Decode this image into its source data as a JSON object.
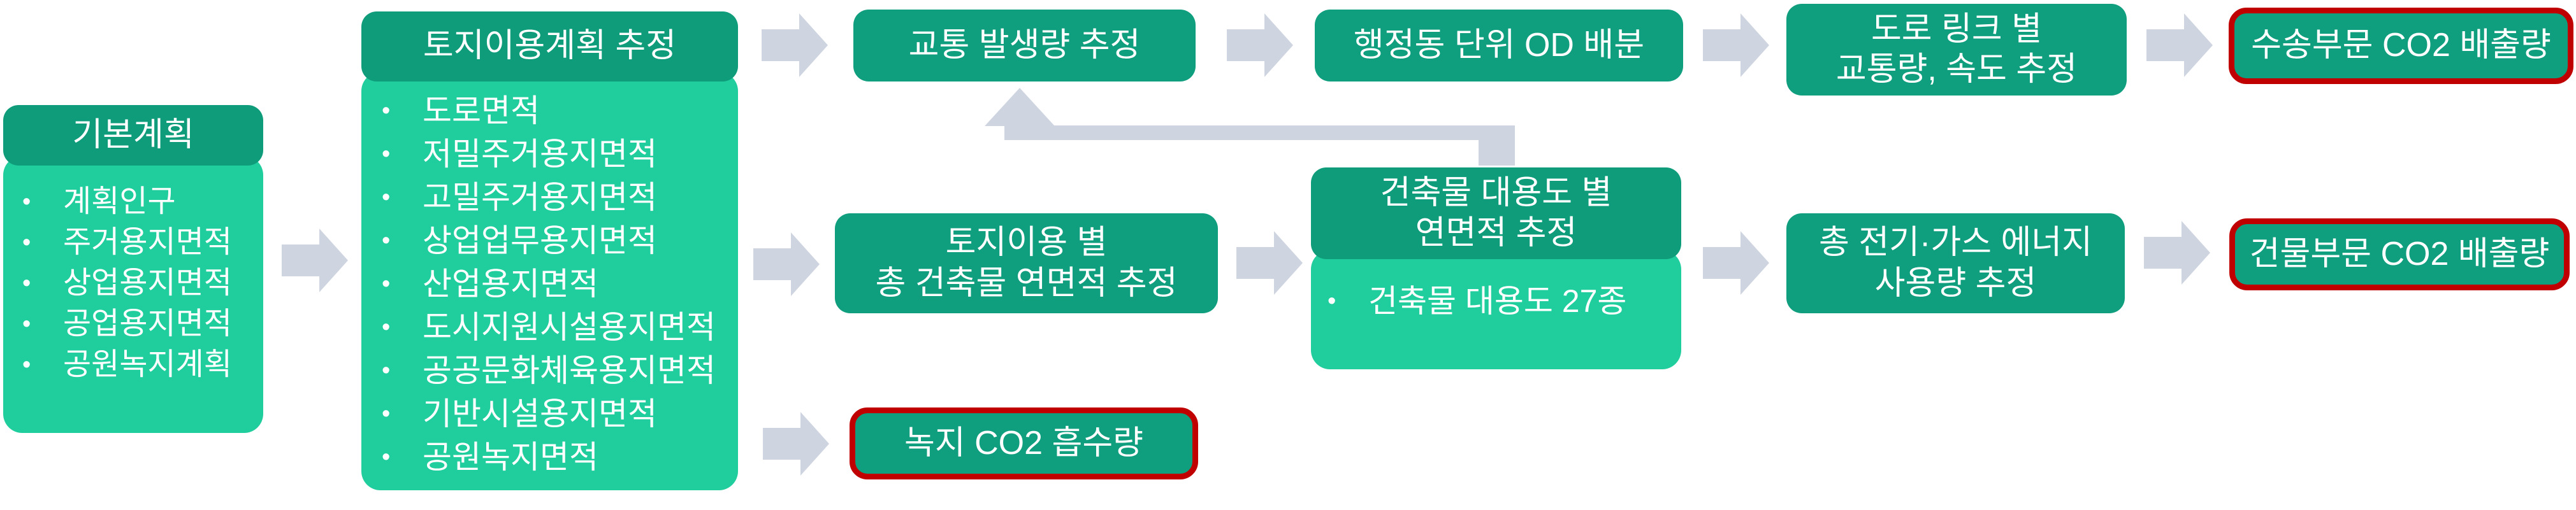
{
  "diagram": {
    "background": "#FFFFFF",
    "colors": {
      "header_green": "#0E9C7B",
      "body_mint": "#1FCD9D",
      "box_green": "#0F9E7E",
      "arrow_gray": "#CFD5E0",
      "highlight_border_red": "#C00000",
      "text_white": "#FFFFFF"
    },
    "basic_plan": {
      "title": "기본계획",
      "items": [
        "계획인구",
        "주거용지면적",
        "상업용지면적",
        "공업용지면적",
        "공원녹지계획"
      ]
    },
    "landuse_plan": {
      "title": "토지이용계획 추정",
      "items": [
        "도로면적",
        "저밀주거용지면적",
        "고밀주거용지면적",
        "상업업무용지면적",
        "산업용지면적",
        "도시지원시설용지면적",
        "공공문화체육용지면적",
        "기반시설용지면적",
        "공원녹지면적"
      ]
    },
    "transport_row": {
      "traffic_generation": "교통 발생량 추정",
      "od_distribution": "행정동 단위 OD 배분",
      "road_link": "도로 링크 별\n교통량, 속도 추정",
      "transport_co2": "수송부문 CO2 배출량"
    },
    "building_row": {
      "floor_area_by_landuse": "토지이용 별\n총 건축물 연면적 추정",
      "floor_area_by_use": {
        "title": "건축물 대용도 별\n연면적 추정",
        "items": [
          "건축물 대용도 27종"
        ]
      },
      "energy_use": "총 전기·가스 에너지\n사용량 추정",
      "building_co2": "건물부문 CO2 배출량"
    },
    "green_row": {
      "green_co2": "녹지 CO2 흡수량"
    }
  }
}
